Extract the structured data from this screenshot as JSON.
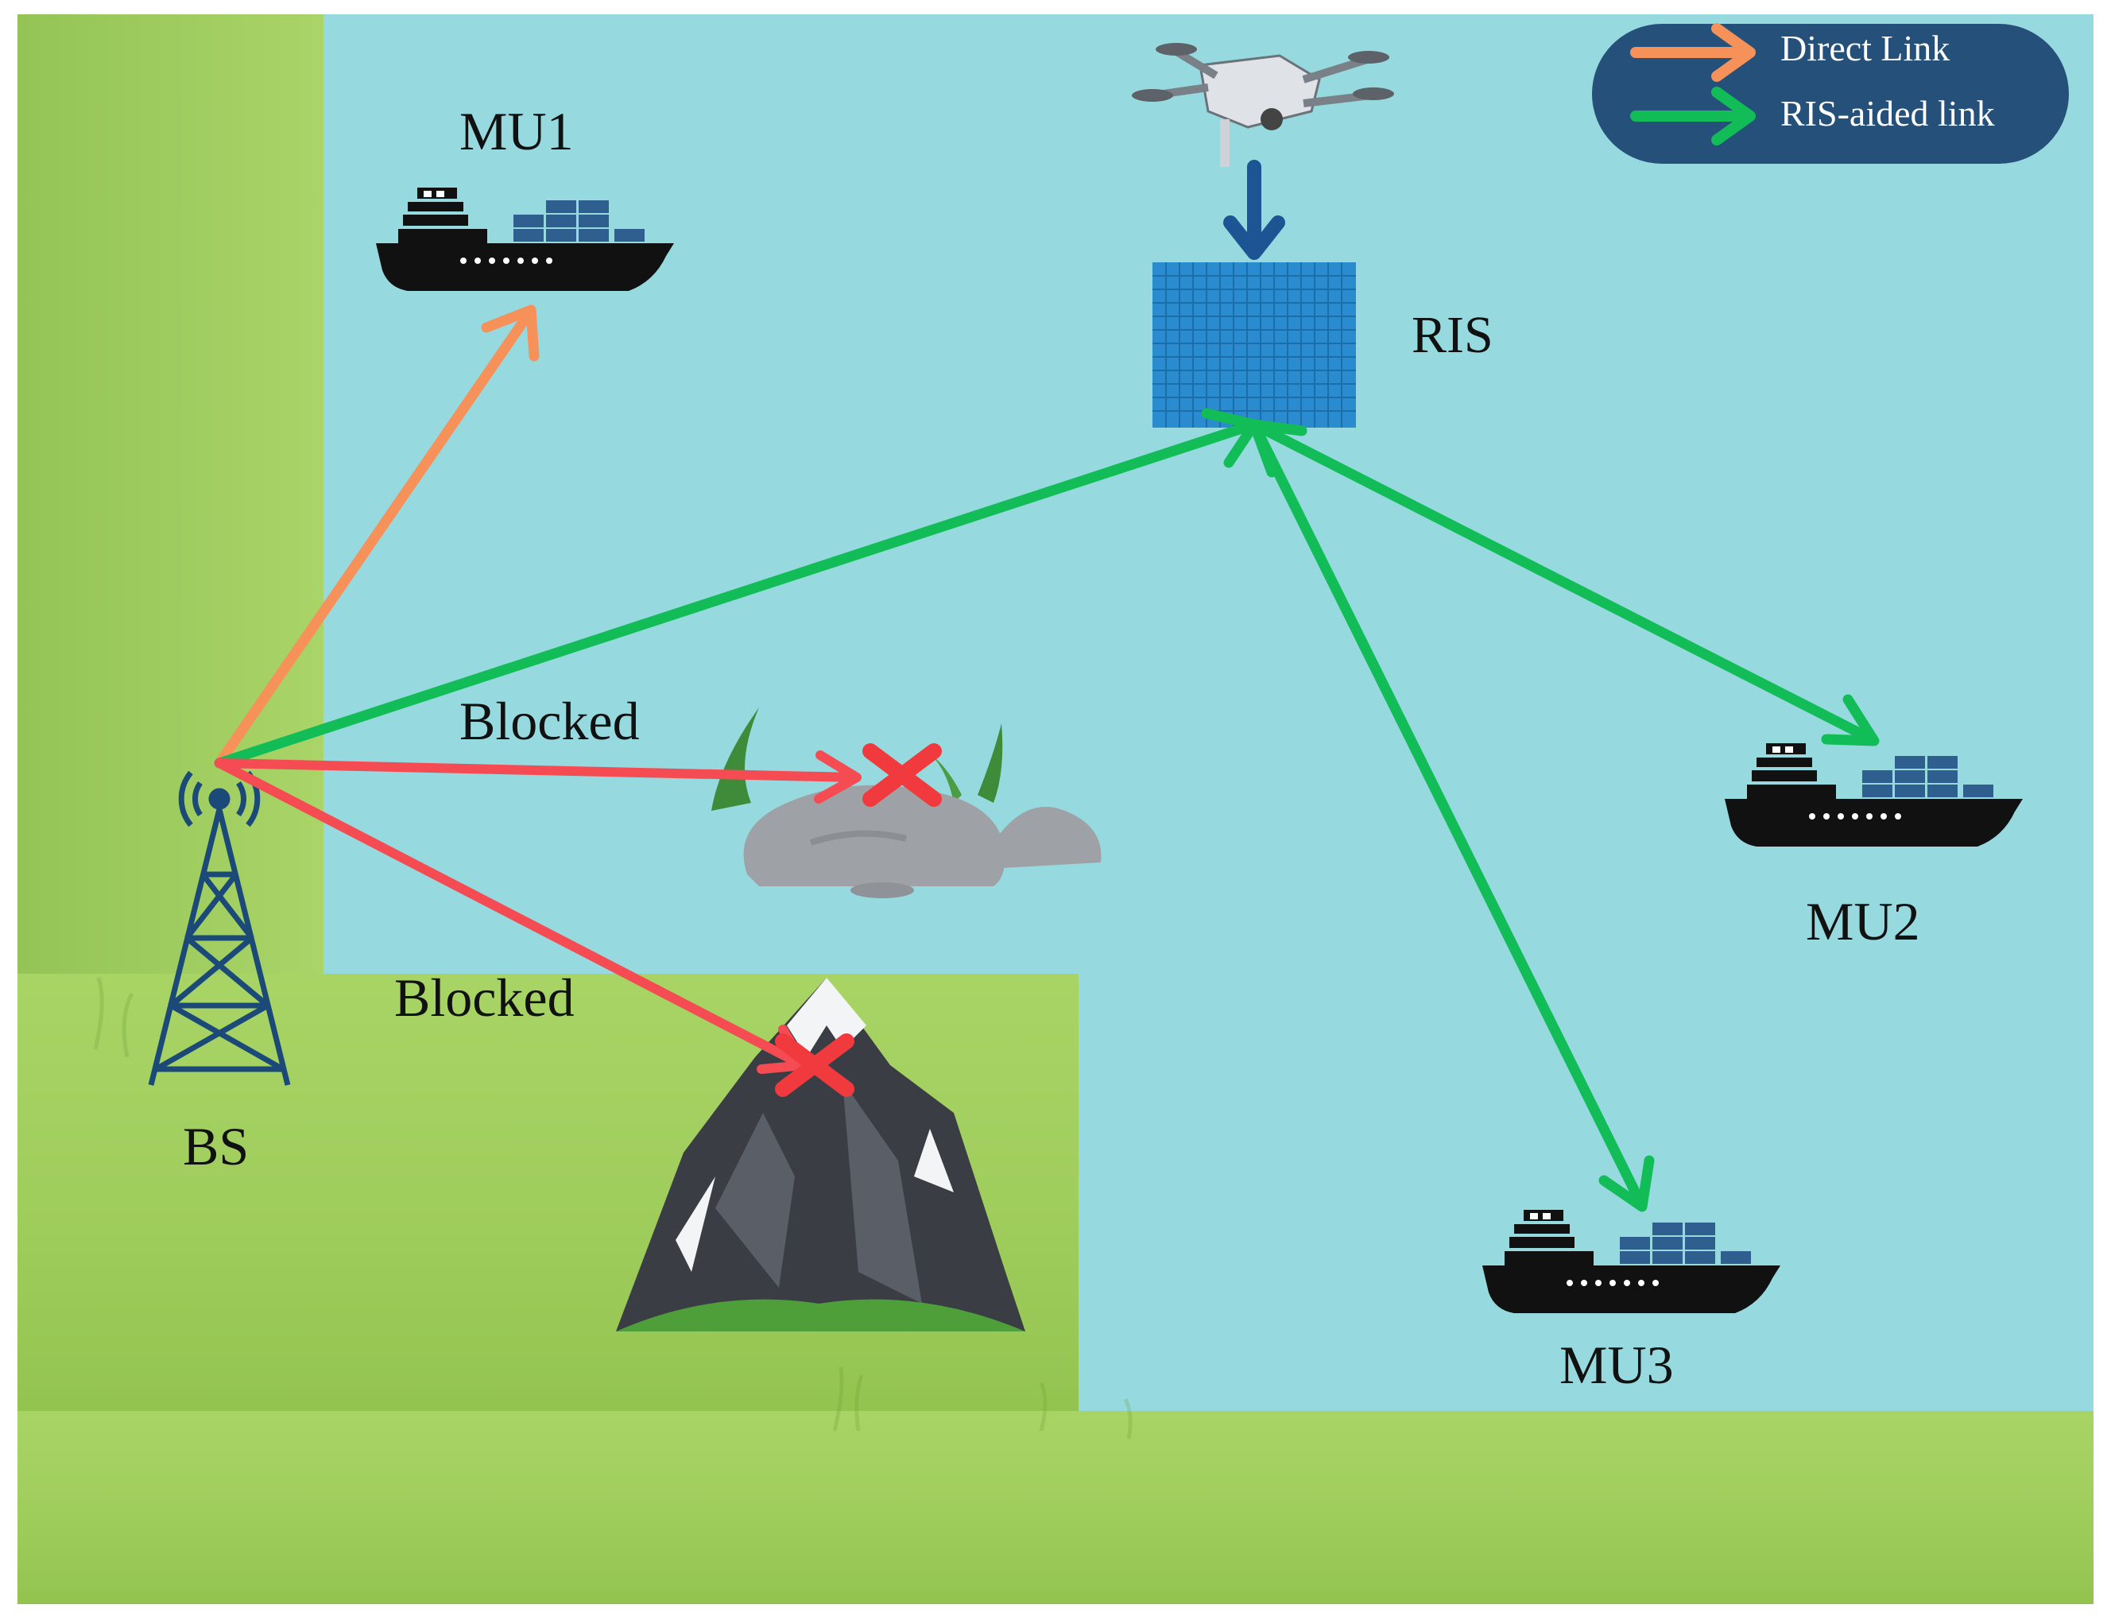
{
  "legend": {
    "direct_label": "Direct Link",
    "ris_label": "RIS-aided link"
  },
  "labels": {
    "mu1": "MU1",
    "mu2": "MU2",
    "mu3": "MU3",
    "ris": "RIS",
    "bs": "BS",
    "blocked_rock": "Blocked",
    "blocked_mountain": "Blocked"
  },
  "colors": {
    "sea": "#96dae0",
    "grass": "#a4d161",
    "grass_dark": "#90c24c",
    "direct_link": "#f7915a",
    "ris_link": "#12bd58",
    "blocked_link": "#f44c52",
    "blocked_mark": "#f03a3d",
    "legend_bg": "#24507a",
    "ris_panel": "#2a8bcf",
    "drone_arrow": "#1d5494",
    "tower": "#1c4a78",
    "ship": "#111111",
    "containers": "#2f5f8f"
  },
  "icons": {
    "drone": "drone-icon",
    "ris": "ris-panel-icon",
    "tower": "antenna-tower-icon",
    "ship": "cargo-ship-icon",
    "rock": "rock-obstacle-icon",
    "mountain": "mountain-obstacle-icon",
    "blocked": "blocked-x-icon"
  }
}
